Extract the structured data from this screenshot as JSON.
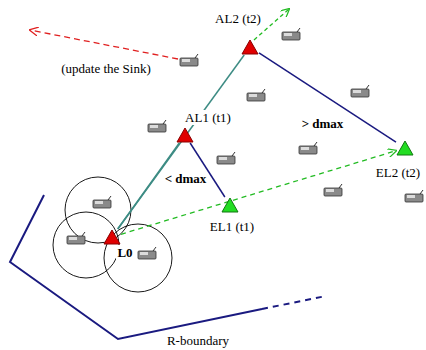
{
  "diagram": {
    "nodes": [
      {
        "text": [
          "AL2 (t2)"
        ]
      },
      {
        "text": [
          "AL1 (t1)"
        ]
      },
      {
        "text": [
          "EL2 (t2)"
        ]
      },
      {
        "text": [
          "EL1 (t1)"
        ]
      },
      {
        "text": [
          "L0"
        ]
      }
    ],
    "edges": [
      {
        "from": 4,
        "to": 0,
        "arrow": "none"
      },
      {
        "from": 4,
        "to": 1,
        "arrow": "none"
      },
      {
        "from": 1,
        "to": 3,
        "label": "< dmax",
        "arrow": "none"
      },
      {
        "from": 0,
        "to": 2,
        "label": "> dmax",
        "arrow": "none"
      },
      {
        "from": 4,
        "to": 2,
        "arrow": "to"
      }
    ],
    "labels": [
      "(update the Sink)",
      "R-boundary"
    ]
  }
}
